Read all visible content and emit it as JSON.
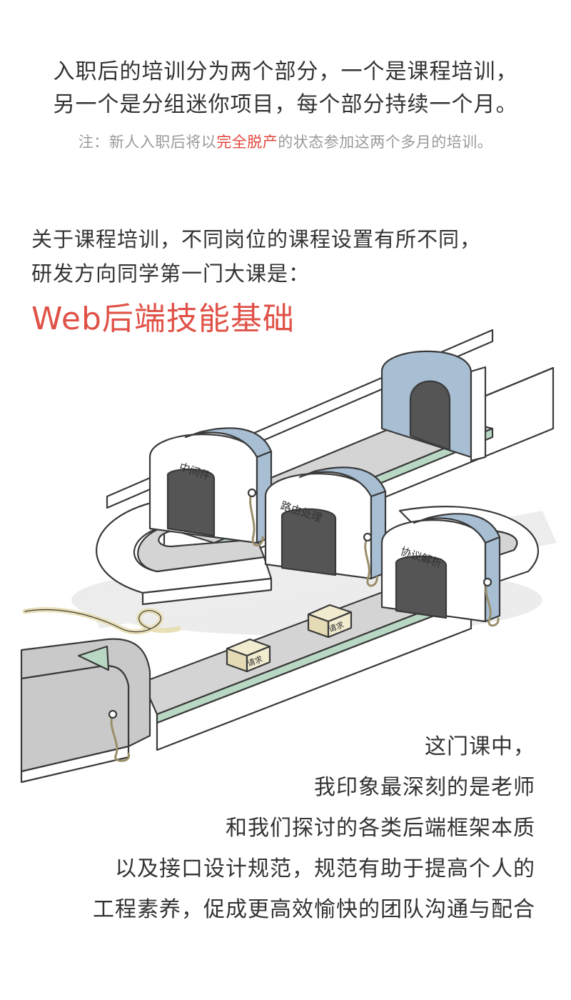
{
  "intro": {
    "line1": "入职后的培训分为两个部分，一个是课程培训，",
    "line2": "另一个是分组迷你项目，每个部分持续一个月。",
    "note_prefix": "注：新人入职后将以",
    "note_highlight": "完全脱产",
    "note_suffix": "的状态参加这两个多月的培训。"
  },
  "course": {
    "line1": "关于课程培训，不同岗位的课程设置有所不同，",
    "line2": "研发方向同学第一门大课是：",
    "title": "Web后端技能基础"
  },
  "illustration": {
    "gate_middleware": "中间件",
    "gate_routing": "路由处理",
    "gate_protocol": "协议解析",
    "box1": "请求",
    "box2": "请求"
  },
  "paragraph": {
    "line1": "这门课中，",
    "line2": "我印象最深刻的是老师",
    "line3": "和我们探讨的各类后端框架本质",
    "line4": "以及接口设计规范，规范有助于提高个人的",
    "line5": "工程素养，促成更高效愉快的团队沟通与配合"
  },
  "colors": {
    "accent_red": "#e05248",
    "gate_blue": "#a7bed3",
    "belt_green": "#b9d8c4",
    "gray": "#c9c9c9",
    "rope": "#e9dfb6"
  }
}
